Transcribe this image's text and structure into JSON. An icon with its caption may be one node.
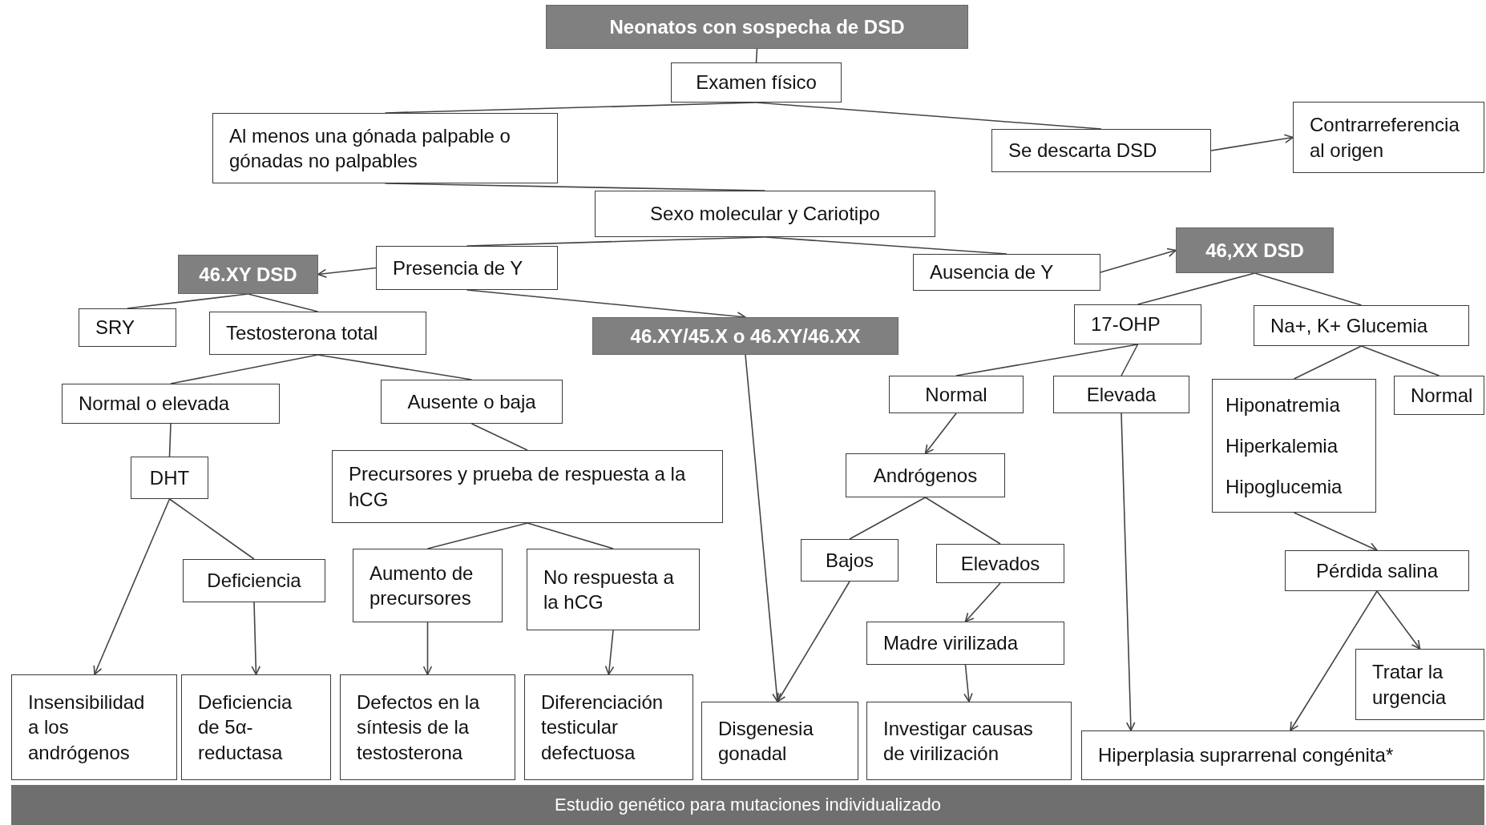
{
  "diagram": {
    "nodes": [
      {
        "text": [
          "Neonatos con sospecha de  DSD"
        ]
      },
      {
        "text": [
          "Examen físico"
        ]
      },
      {
        "text": [
          "Al menos una gónada palpable o gónadas no palpables"
        ]
      },
      {
        "text": [
          "Se descarta DSD"
        ]
      },
      {
        "text": [
          "Contrarreferencia al origen"
        ]
      },
      {
        "text": [
          "Sexo molecular y Cariotipo"
        ]
      },
      {
        "text": [
          "Presencia de Y"
        ]
      },
      {
        "text": [
          "Ausencia de Y"
        ]
      },
      {
        "text": [
          "46.XY DSD"
        ]
      },
      {
        "text": [
          "46,XX DSD"
        ]
      },
      {
        "text": [
          "SRY"
        ]
      },
      {
        "text": [
          "Testosterona total"
        ]
      },
      {
        "text": [
          "46.XY/45.X o 46.XY/46.XX"
        ]
      },
      {
        "text": [
          "17-OHP"
        ]
      },
      {
        "text": [
          "Na+, K+ Glucemia"
        ]
      },
      {
        "text": [
          "Normal o elevada"
        ]
      },
      {
        "text": [
          "Ausente o baja"
        ]
      },
      {
        "text": [
          "Normal"
        ]
      },
      {
        "text": [
          "Elevada"
        ]
      },
      {
        "text": [
          "Hiponatremia",
          "Hiperkalemia",
          "Hipoglucemia"
        ]
      },
      {
        "text": [
          "Normal"
        ]
      },
      {
        "text": [
          "DHT"
        ]
      },
      {
        "text": [
          "Precursores y prueba de respuesta a la hCG"
        ]
      },
      {
        "text": [
          "Andrógenos"
        ]
      },
      {
        "text": [
          "Deficiencia"
        ]
      },
      {
        "text": [
          "Aumento de precursores"
        ]
      },
      {
        "text": [
          "No respuesta a la hCG"
        ]
      },
      {
        "text": [
          "Bajos"
        ]
      },
      {
        "text": [
          "Elevados"
        ]
      },
      {
        "text": [
          "Pérdida salina"
        ]
      },
      {
        "text": [
          "Madre virilizada"
        ]
      },
      {
        "text": [
          "Tratar la urgencia"
        ]
      },
      {
        "text": [
          "Insensibilidad a los andrógenos"
        ]
      },
      {
        "text": [
          "Deficiencia de 5α-reductasa"
        ]
      },
      {
        "text": [
          "Defectos en la síntesis de la testosterona"
        ]
      },
      {
        "text": [
          "Diferenciación testicular defectuosa"
        ]
      },
      {
        "text": [
          "Disgenesia gonadal"
        ]
      },
      {
        "text": [
          "Investigar causas de virilización"
        ]
      },
      {
        "text": [
          "Hiperplasia suprarrenal congénita*"
        ]
      },
      {
        "text": [
          "Estudio genético para mutaciones individualizado"
        ]
      }
    ],
    "edges": [
      {
        "from": 0,
        "to": 1,
        "arrow": "none"
      },
      {
        "from": 1,
        "to": 2,
        "arrow": "none"
      },
      {
        "from": 1,
        "to": 3,
        "arrow": "none"
      },
      {
        "from": 3,
        "to": 4,
        "arrow": "to"
      },
      {
        "from": 2,
        "to": 5,
        "arrow": "none"
      },
      {
        "from": 5,
        "to": 6,
        "arrow": "none"
      },
      {
        "from": 5,
        "to": 7,
        "arrow": "none"
      },
      {
        "from": 6,
        "to": 8,
        "arrow": "to"
      },
      {
        "from": 6,
        "to": 12,
        "arrow": "to"
      },
      {
        "from": 7,
        "to": 9,
        "arrow": "to"
      },
      {
        "from": 8,
        "to": 10,
        "arrow": "none"
      },
      {
        "from": 8,
        "to": 11,
        "arrow": "none"
      },
      {
        "from": 11,
        "to": 15,
        "arrow": "none"
      },
      {
        "from": 11,
        "to": 16,
        "arrow": "none"
      },
      {
        "from": 15,
        "to": 21,
        "arrow": "none"
      },
      {
        "from": 21,
        "to": 32,
        "arrow": "to"
      },
      {
        "from": 21,
        "to": 24,
        "arrow": "none"
      },
      {
        "from": 24,
        "to": 33,
        "arrow": "to"
      },
      {
        "from": 16,
        "to": 22,
        "arrow": "none"
      },
      {
        "from": 22,
        "to": 25,
        "arrow": "none"
      },
      {
        "from": 22,
        "to": 26,
        "arrow": "none"
      },
      {
        "from": 25,
        "to": 34,
        "arrow": "to"
      },
      {
        "from": 26,
        "to": 35,
        "arrow": "to"
      },
      {
        "from": 12,
        "to": 36,
        "arrow": "to"
      },
      {
        "from": 9,
        "to": 13,
        "arrow": "none"
      },
      {
        "from": 9,
        "to": 14,
        "arrow": "none"
      },
      {
        "from": 13,
        "to": 17,
        "arrow": "none"
      },
      {
        "from": 13,
        "to": 18,
        "arrow": "none"
      },
      {
        "from": 17,
        "to": 23,
        "arrow": "to"
      },
      {
        "from": 23,
        "to": 27,
        "arrow": "none"
      },
      {
        "from": 23,
        "to": 28,
        "arrow": "none"
      },
      {
        "from": 27,
        "to": 36,
        "arrow": "to"
      },
      {
        "from": 28,
        "to": 30,
        "arrow": "to"
      },
      {
        "from": 30,
        "to": 37,
        "arrow": "to"
      },
      {
        "from": 18,
        "to": 38,
        "arrow": "to"
      },
      {
        "from": 14,
        "to": 19,
        "arrow": "none"
      },
      {
        "from": 14,
        "to": 20,
        "arrow": "none"
      },
      {
        "from": 19,
        "to": 29,
        "arrow": "to"
      },
      {
        "from": 29,
        "to": 38,
        "arrow": "to"
      },
      {
        "from": 29,
        "to": 31,
        "arrow": "to"
      }
    ]
  }
}
